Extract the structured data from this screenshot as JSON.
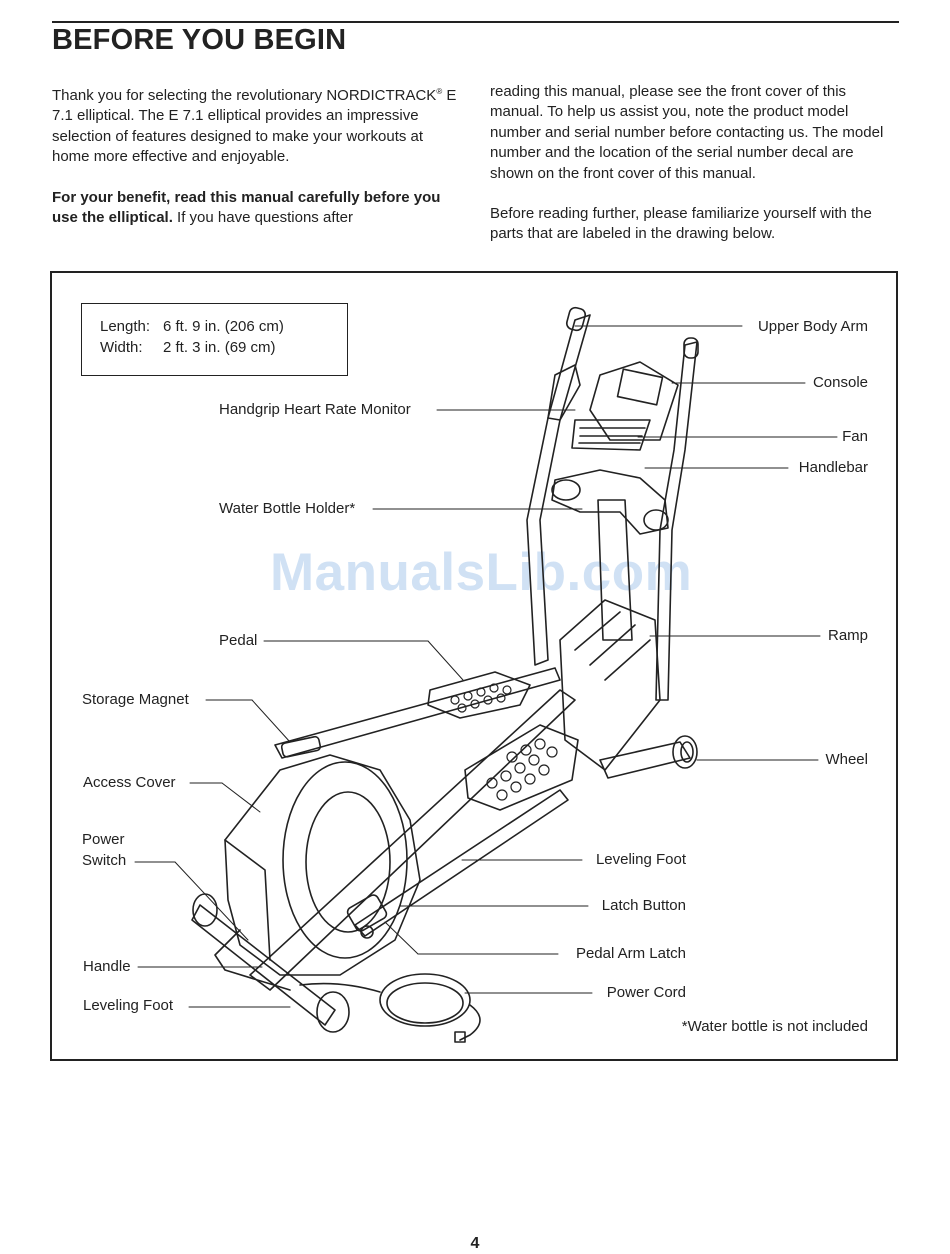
{
  "section_title": "BEFORE YOU BEGIN",
  "intro": {
    "col1_p1_a": "Thank you for selecting the revolutionary NORDICTRACK",
    "col1_p1_reg": "®",
    "col1_p1_b": " E 7.1 elliptical. The E 7.1 elliptical provides an impressive selection of features designed to make your workouts at home more effective and enjoyable.",
    "col1_p2_bold": "For your benefit, read this manual carefully before you use the elliptical.",
    "col1_p2_rest": " If you have questions after",
    "col2_p1": "reading this manual, please see the front cover of this manual. To help us assist you, note the product model number and serial number before contacting us. The model number and the location of the serial number decal are shown on the front cover of this manual.",
    "col2_p2": "Before reading further, please familiarize yourself with the parts that are labeled in the drawing below."
  },
  "dimensions": {
    "length_label": "Length:",
    "length_value": "6 ft. 9 in. (206 cm)",
    "width_label": "Width:",
    "width_value": "2 ft. 3 in. (69 cm)"
  },
  "labels": {
    "upper_body_arm": "Upper Body Arm",
    "console": "Console",
    "fan": "Fan",
    "handlebar": "Handlebar",
    "handgrip_hr": "Handgrip Heart Rate Monitor",
    "water_bottle_holder": "Water Bottle Holder*",
    "pedal": "Pedal",
    "ramp": "Ramp",
    "storage_magnet": "Storage Magnet",
    "wheel": "Wheel",
    "access_cover": "Access Cover",
    "power_switch_1": "Power",
    "power_switch_2": "Switch",
    "leveling_foot_right": "Leveling Foot",
    "latch_button": "Latch Button",
    "pedal_arm_latch": "Pedal Arm Latch",
    "handle": "Handle",
    "power_cord": "Power Cord",
    "leveling_foot_left": "Leveling Foot",
    "footnote": "*Water bottle is not included"
  },
  "watermark": "ManualsLib.com",
  "page_number": "4"
}
